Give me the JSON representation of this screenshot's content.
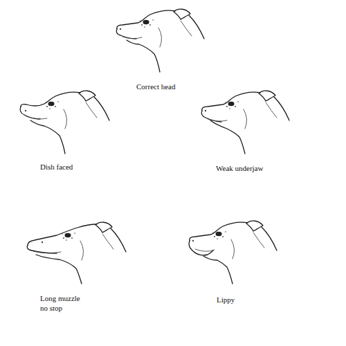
{
  "diagram": {
    "labels": [
      "Correct head",
      "Dish faced",
      "Weak underjaw",
      "Long muzzle no stop",
      "Lippy"
    ]
  }
}
